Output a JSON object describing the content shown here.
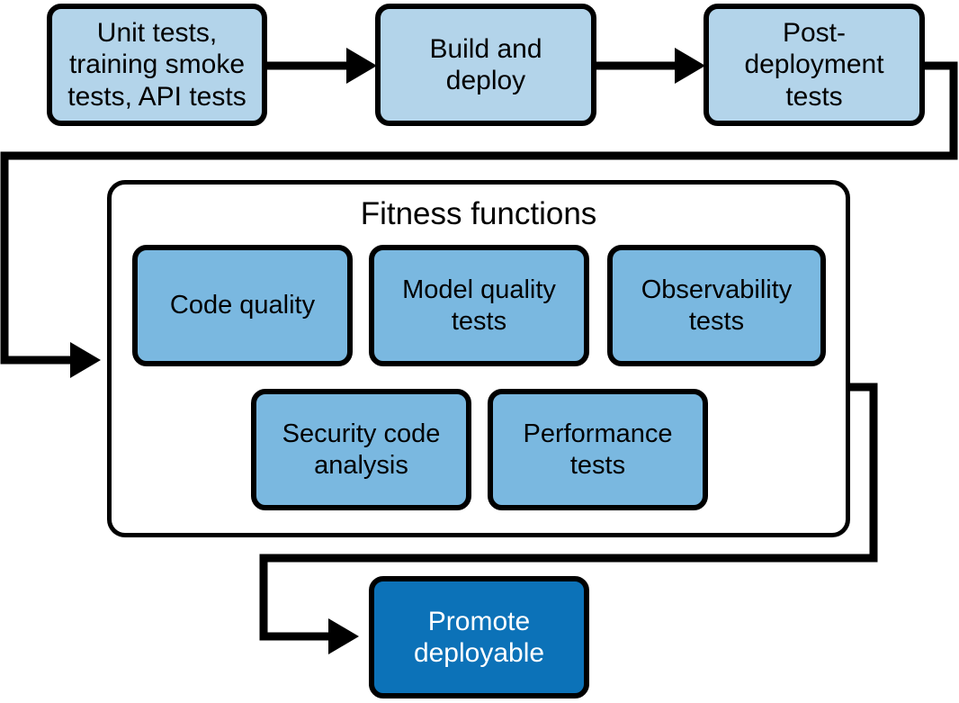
{
  "diagram": {
    "title": "Fitness functions",
    "colors": {
      "stage_fill": "#b3d4ea",
      "fitness_fill": "#7ab8e0",
      "promote_fill": "#0c72b8",
      "stroke": "#000000",
      "promote_text": "#ffffff",
      "background": "#ffffff"
    },
    "stages": [
      {
        "label": "Unit tests,\ntraining smoke\ntests, API tests"
      },
      {
        "label": "Build and\ndeploy"
      },
      {
        "label": "Post-deployment\ntests"
      }
    ],
    "group": {
      "title": "Fitness functions",
      "items_row1": [
        {
          "label": "Code quality"
        },
        {
          "label": "Model quality\ntests"
        },
        {
          "label": "Observability\ntests"
        }
      ],
      "items_row2": [
        {
          "label": "Security code\nanalysis"
        },
        {
          "label": "Performance\ntests"
        }
      ]
    },
    "promote": {
      "label": "Promote\ndeployable"
    },
    "connectors": [
      {
        "name": "unit-tests-to-build",
        "kind": "arrow"
      },
      {
        "name": "build-to-post-deployment",
        "kind": "arrow"
      },
      {
        "name": "post-deployment-to-fitness-functions",
        "kind": "arrow-loop"
      },
      {
        "name": "fitness-functions-to-promote",
        "kind": "arrow-loop"
      }
    ]
  }
}
